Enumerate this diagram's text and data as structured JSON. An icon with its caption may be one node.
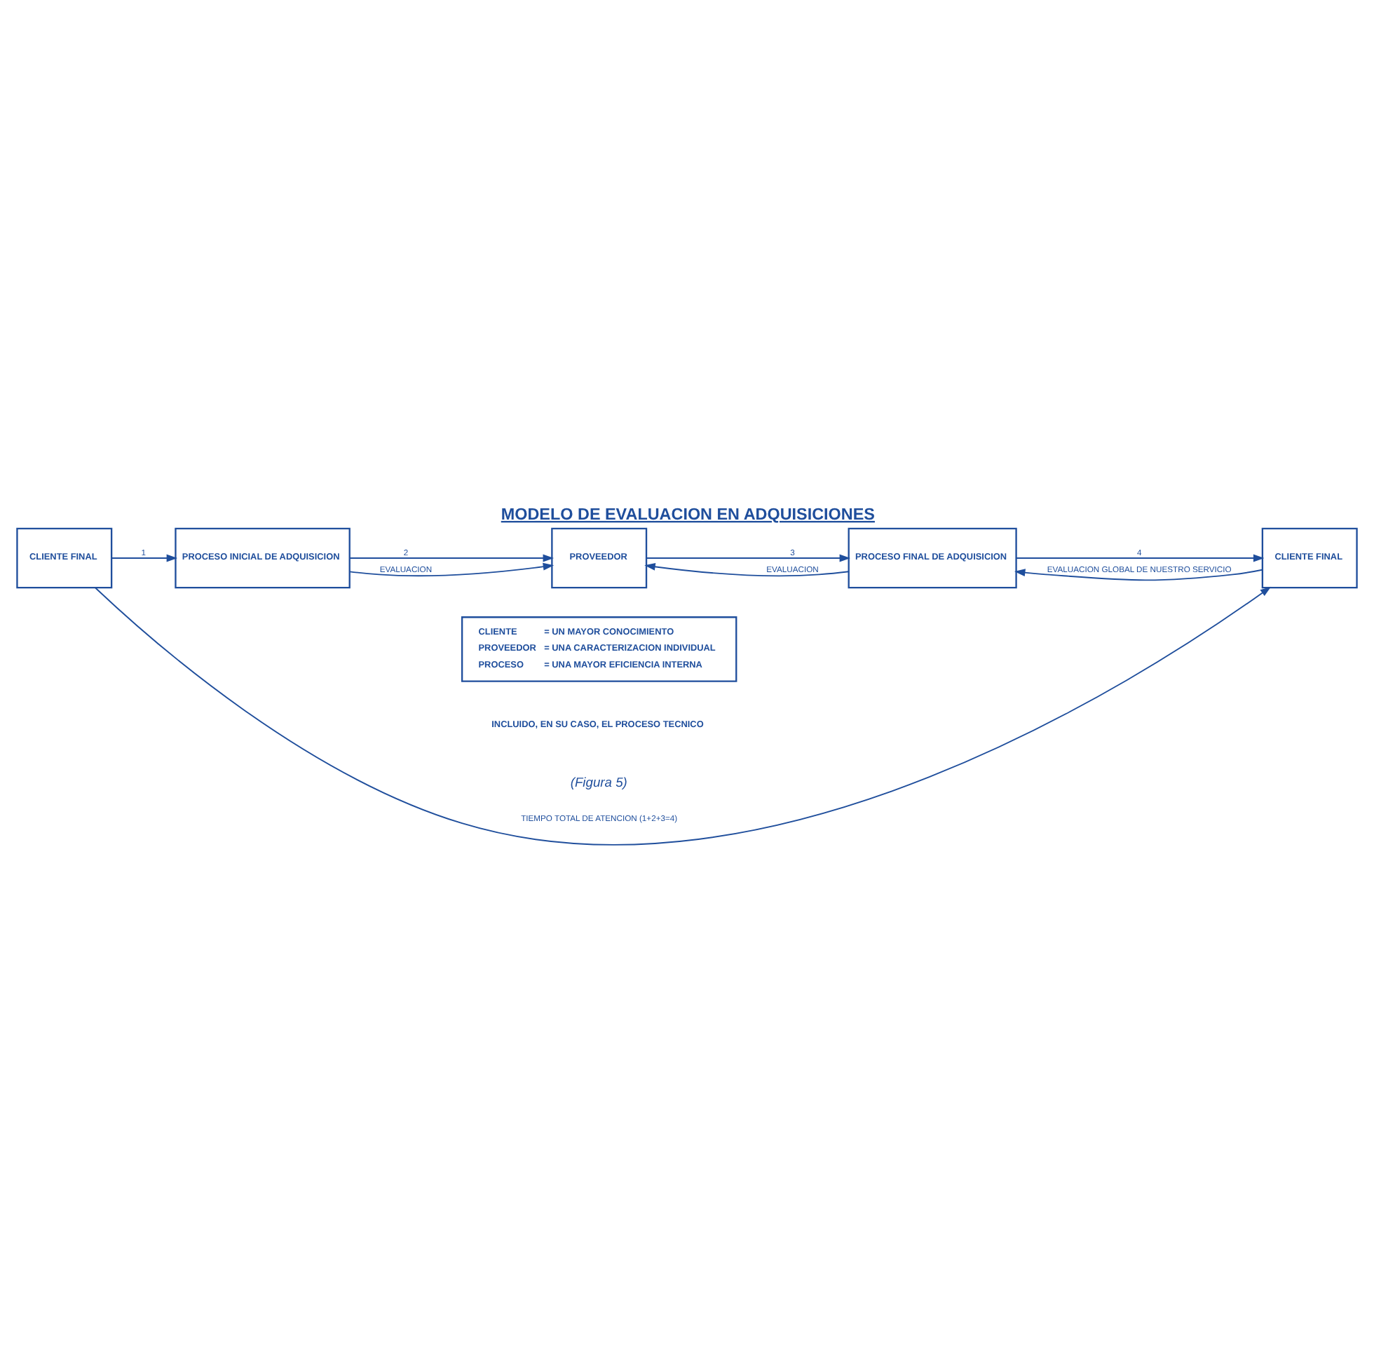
{
  "diagram": {
    "title": "MODELO DE EVALUACION EN ADQUISICIONES",
    "caption": "(Figura 5)",
    "nodes": [
      {
        "text": [
          "CLIENTE FINAL"
        ]
      },
      {
        "text": [
          "PROCESO INICIAL DE ADQUISICION"
        ]
      },
      {
        "text": [
          "PROVEEDOR"
        ]
      },
      {
        "text": [
          "PROCESO FINAL DE ADQUISICION"
        ]
      },
      {
        "text": [
          "CLIENTE FINAL"
        ]
      },
      {
        "text": [
          "CLIENTE",
          "= UN MAYOR CONOCIMIENTO",
          "PROVEEDOR",
          "= UNA CARACTERIZACION INDIVIDUAL",
          "PROCESO",
          "= UNA MAYOR EFICIENCIA INTERNA"
        ]
      }
    ],
    "edges": [
      {
        "from": 0,
        "to": 4,
        "arrow": "to",
        "label": "TIEMPO TOTAL DE ATENCION (1+2+3=4)"
      },
      {
        "from": 0,
        "to": 1,
        "arrow": "to",
        "label": "1"
      },
      {
        "from": 1,
        "to": 2,
        "arrow": "to",
        "label": "2"
      },
      {
        "from": 2,
        "to": 3,
        "arrow": "to",
        "label": "3"
      },
      {
        "from": 3,
        "to": 4,
        "arrow": "to",
        "label": "4"
      },
      {
        "from": 1,
        "to": 2,
        "arrow": "to",
        "label": "EVALUACION"
      },
      {
        "from": 3,
        "to": 2,
        "arrow": "to",
        "label": "EVALUACION"
      },
      {
        "from": 4,
        "to": 3,
        "arrow": "to",
        "label": "EVALUACION GLOBAL DE NUESTRO SERVICIO"
      }
    ],
    "labels": [
      "INCLUIDO, EN SU CASO, EL PROCESO TECNICO"
    ]
  }
}
